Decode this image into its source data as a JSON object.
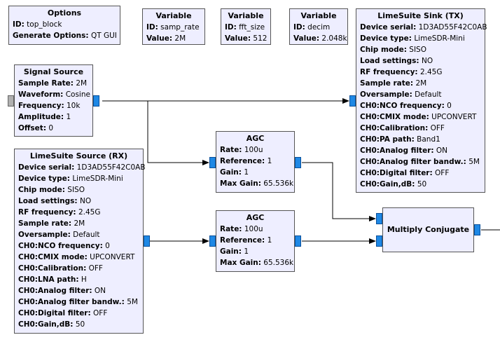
{
  "options": {
    "title": "Options",
    "rows": [
      [
        "ID:",
        "top_block"
      ],
      [
        "Generate Options:",
        "QT GUI"
      ]
    ]
  },
  "var_samp": {
    "title": "Variable",
    "rows": [
      [
        "ID:",
        "samp_rate"
      ],
      [
        "Value:",
        "2M"
      ]
    ]
  },
  "var_fft": {
    "title": "Variable",
    "rows": [
      [
        "ID:",
        "fft_size"
      ],
      [
        "Value:",
        "512"
      ]
    ]
  },
  "var_decim": {
    "title": "Variable",
    "rows": [
      [
        "ID:",
        "decim"
      ],
      [
        "Value:",
        "2.048k"
      ]
    ]
  },
  "sink": {
    "title": "LimeSuite Sink (TX)",
    "rows": [
      [
        "Device serial:",
        "1D3AD55F42C0AB"
      ],
      [
        "Device type:",
        "LimeSDR-Mini"
      ],
      [
        "Chip mode:",
        "SISO"
      ],
      [
        "Load settings:",
        "NO"
      ],
      [
        "RF frequency:",
        "2.45G"
      ],
      [
        "Sample rate:",
        "2M"
      ],
      [
        "Oversample:",
        "Default"
      ],
      [
        "CH0:NCO frequency:",
        "0"
      ],
      [
        "CH0:CMIX mode:",
        "UPCONVERT"
      ],
      [
        "CH0:Calibration:",
        "OFF"
      ],
      [
        "CH0:PA path:",
        "Band1"
      ],
      [
        "CH0:Analog filter:",
        "ON"
      ],
      [
        "CH0:Analog filter bandw.:",
        "5M"
      ],
      [
        "CH0:Digital filter:",
        "OFF"
      ],
      [
        "CH0:Gain,dB:",
        "50"
      ]
    ]
  },
  "signal": {
    "title": "Signal Source",
    "rows": [
      [
        "Sample Rate:",
        "2M"
      ],
      [
        "Waveform:",
        "Cosine"
      ],
      [
        "Frequency:",
        "10k"
      ],
      [
        "Amplitude:",
        "1"
      ],
      [
        "Offset:",
        "0"
      ]
    ]
  },
  "agc1": {
    "title": "AGC",
    "rows": [
      [
        "Rate:",
        "100u"
      ],
      [
        "Reference:",
        "1"
      ],
      [
        "Gain:",
        "1"
      ],
      [
        "Max Gain:",
        "65.536k"
      ]
    ]
  },
  "agc2": {
    "title": "AGC",
    "rows": [
      [
        "Rate:",
        "100u"
      ],
      [
        "Reference:",
        "1"
      ],
      [
        "Gain:",
        "1"
      ],
      [
        "Max Gain:",
        "65.536k"
      ]
    ]
  },
  "source": {
    "title": "LimeSuite Source (RX)",
    "rows": [
      [
        "Device serial:",
        "1D3AD55F42C0AB"
      ],
      [
        "Device type:",
        "LimeSDR-Mini"
      ],
      [
        "Chip mode:",
        "SISO"
      ],
      [
        "Load settings:",
        "NO"
      ],
      [
        "RF frequency:",
        "2.45G"
      ],
      [
        "Sample rate:",
        "2M"
      ],
      [
        "Oversample:",
        "Default"
      ],
      [
        "CH0:NCO frequency:",
        "0"
      ],
      [
        "CH0:CMIX mode:",
        "UPCONVERT"
      ],
      [
        "CH0:Calibration:",
        "OFF"
      ],
      [
        "CH0:LNA path:",
        "H"
      ],
      [
        "CH0:Analog filter:",
        "ON"
      ],
      [
        "CH0:Analog filter bandw.:",
        "5M"
      ],
      [
        "CH0:Digital filter:",
        "OFF"
      ],
      [
        "CH0:Gain,dB:",
        "50"
      ]
    ]
  },
  "multiply": {
    "title": "Multiply Conjugate",
    "rows": []
  }
}
